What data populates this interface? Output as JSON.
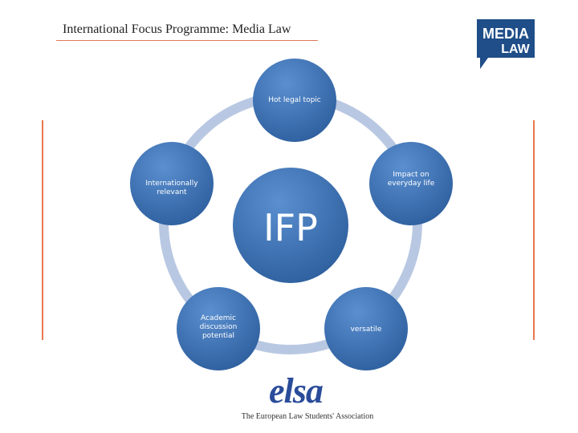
{
  "slide": {
    "title": "International Focus Programme: Media Law"
  },
  "logo_media": {
    "line1": "MEDIA",
    "line2": "LAW",
    "color": "#1f4e88"
  },
  "cycle": {
    "center": "IFP",
    "nodes": [
      {
        "id": "hot-legal-topic",
        "lines": [
          "Hot legal topic"
        ]
      },
      {
        "id": "impact-everyday-life",
        "lines": [
          "Impact on",
          "everyday life"
        ]
      },
      {
        "id": "versatile",
        "lines": [
          "versatile"
        ]
      },
      {
        "id": "academic-discussion",
        "lines": [
          "Academic",
          "discussion",
          "potential"
        ]
      },
      {
        "id": "internationally-relevant",
        "lines": [
          "Internationally",
          "relevant"
        ]
      }
    ],
    "node_color": "#3a6fb0",
    "ring_color": "#b9c8e2"
  },
  "footer": {
    "logo_text": "elsa",
    "caption": "The European Law Students' Association"
  },
  "accent_color": "#e8774f"
}
